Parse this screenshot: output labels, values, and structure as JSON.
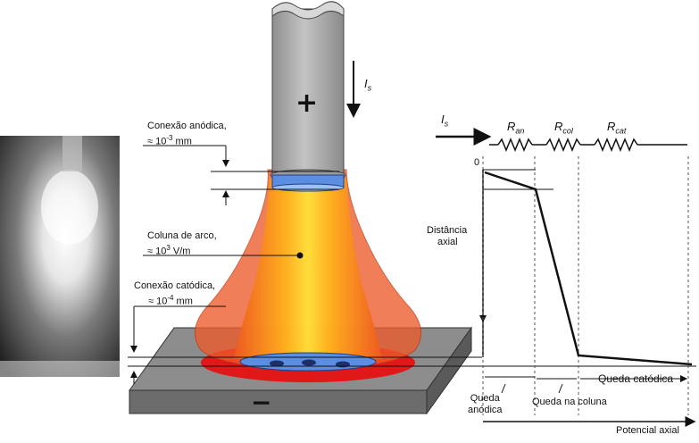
{
  "labels": {
    "anode_connection": "Conexão anódica,",
    "anode_connection_value_prefix": "≈ 10",
    "anode_connection_exp": "-3",
    "anode_connection_unit": " mm",
    "arc_column": "Coluna de arco,",
    "arc_column_value_prefix": "≈ 10",
    "arc_column_exp": "3",
    "arc_column_unit": " V/m",
    "cathode_connection": "Conexão catódica,",
    "cathode_connection_value_prefix": "≈ 10",
    "cathode_connection_exp": "-4",
    "cathode_connection_unit": " mm",
    "axial_distance_line1": "Distância",
    "axial_distance_line2": "axial",
    "anode_drop_line1": "Queda",
    "anode_drop_line2": "anódica",
    "column_drop": "Queda na coluna",
    "cathode_drop": "Queda catódica",
    "axial_potential": "Potencial axial",
    "zero": "0",
    "plus_sign": "+",
    "minus_sign": "−"
  },
  "circuit": {
    "current": {
      "base": "I",
      "sub": "s"
    },
    "r_anode": {
      "base": "R",
      "sub": "an"
    },
    "r_column": {
      "base": "R",
      "sub": "col"
    },
    "r_cathode": {
      "base": "R",
      "sub": "cat"
    }
  },
  "electrode_current": {
    "base": "I",
    "sub": "s"
  },
  "colors": {
    "electrode": "#a9a9a9",
    "plasma_outer": "#e8582a",
    "plasma_core": "#ffcf1e",
    "anode_disc": "#4f7fd6",
    "cathode_spot": "#e01818",
    "workpiece_top": "#8a8a8a",
    "workpiece_front": "#6c6c6c"
  }
}
